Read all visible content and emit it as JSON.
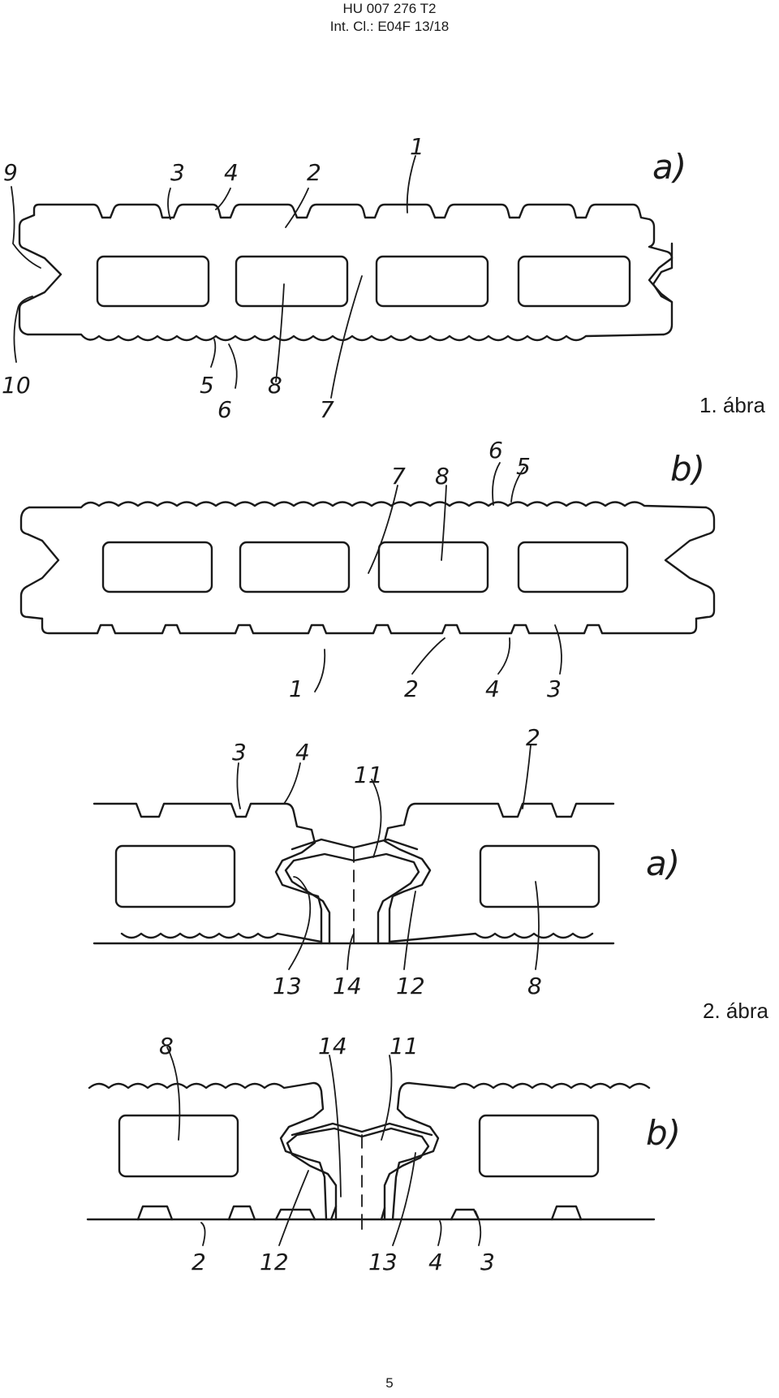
{
  "header": {
    "line1": "HU 007 276 T2",
    "line2": "Int. Cl.: E04F 13/18"
  },
  "figure1": {
    "caption": "1. ábra",
    "view_a": {
      "label": "a)",
      "callouts": [
        "9",
        "3",
        "4",
        "2",
        "1",
        "10",
        "5",
        "6",
        "8",
        "7"
      ]
    },
    "view_b": {
      "label": "b)",
      "callouts": [
        "7",
        "8",
        "6",
        "5",
        "1",
        "2",
        "4",
        "3"
      ]
    }
  },
  "figure2": {
    "caption": "2. ábra",
    "view_a": {
      "label": "a)",
      "callouts": [
        "3",
        "4",
        "11",
        "2",
        "13",
        "14",
        "12",
        "8"
      ]
    },
    "view_b": {
      "label": "b)",
      "callouts": [
        "8",
        "14",
        "11",
        "2",
        "12",
        "13",
        "4",
        "3"
      ]
    }
  },
  "page_number": "5"
}
